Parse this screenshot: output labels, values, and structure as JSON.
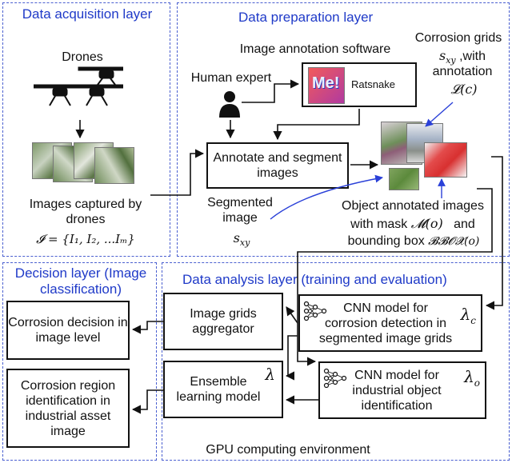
{
  "layers": {
    "acquisition": "Data acquisition layer",
    "preparation": "Data preparation layer",
    "decision": "Decision layer (Image classification)",
    "analysis": "Data analysis layer (training and evaluation)"
  },
  "acquisition": {
    "drones_label": "Drones",
    "images_captured": "Images captured by drones",
    "image_set_formula": "𝓘 = {I₁, I₂, ...Iₘ}"
  },
  "preparation": {
    "annotation_software": "Image annotation software",
    "software_logo_text": "Me!",
    "software_name": "Ratsnake",
    "human_expert": "Human expert",
    "annotate_box": "Annotate and segment images",
    "segmented_image_label": "Segmented image",
    "segmented_symbol": "s_xy",
    "corrosion_grids": "Corrosion grids",
    "corrosion_grids_detail": "s_xy ,with annotation",
    "corrosion_annotation_symbol": "𝓛(c)",
    "object_annotated": "Object annotated images",
    "with_mask": "with mask 𝓜(o)   and",
    "bounding_box": "bounding box 𝓑𝓑𝓞𝓧(o)"
  },
  "analysis": {
    "cnn_corrosion": "CNN model for corrosion detection in segmented image grids",
    "lambda_c": "λc",
    "cnn_object": "CNN model for industrial object identification",
    "lambda_o": "λo",
    "grids_aggregator": "Image grids aggregator",
    "ensemble": "Ensemble learning model",
    "lambda": "λ",
    "gpu_env": "GPU computing environment"
  },
  "decision": {
    "corrosion_decision": "Corrosion decision in image level",
    "corrosion_region": "Corrosion region identification in industrial asset image"
  },
  "colors": {
    "panel_border": "#4a5fd0",
    "layer_title": "#1f3ac8",
    "annotation_arrow": "#2a40d8"
  }
}
